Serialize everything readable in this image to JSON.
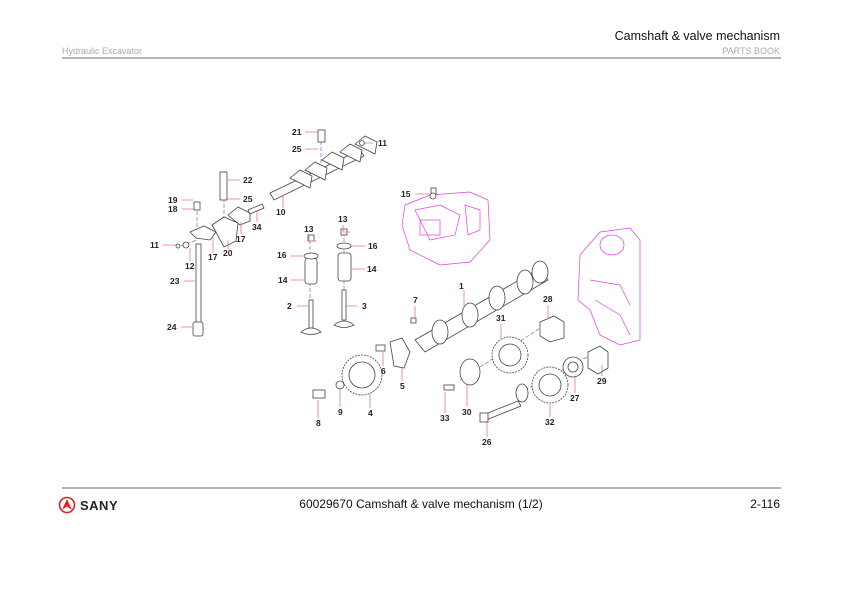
{
  "header": {
    "section_title": "Camshaft & valve mechanism",
    "machine": "Hydraulic Excavator",
    "book": "PARTS BOOK"
  },
  "footer": {
    "brand": "SANY",
    "document_title": "60029670 Camshaft & valve mechanism (1/2)",
    "page_number": "2-116"
  },
  "colors": {
    "brand": "#e02020",
    "leader": "#e87878",
    "axis": "#6a6ae0",
    "engine_outline": "#e040e0"
  },
  "diagram": {
    "callouts": [
      "21",
      "25",
      "11",
      "22",
      "25",
      "10",
      "19",
      "18",
      "34",
      "13",
      "13",
      "16",
      "16",
      "11",
      "17",
      "17",
      "20",
      "12",
      "14",
      "14",
      "23",
      "2",
      "3",
      "24",
      "15",
      "1",
      "7",
      "28",
      "31",
      "6",
      "5",
      "4",
      "9",
      "8",
      "30",
      "33",
      "26",
      "32",
      "27",
      "29"
    ]
  }
}
